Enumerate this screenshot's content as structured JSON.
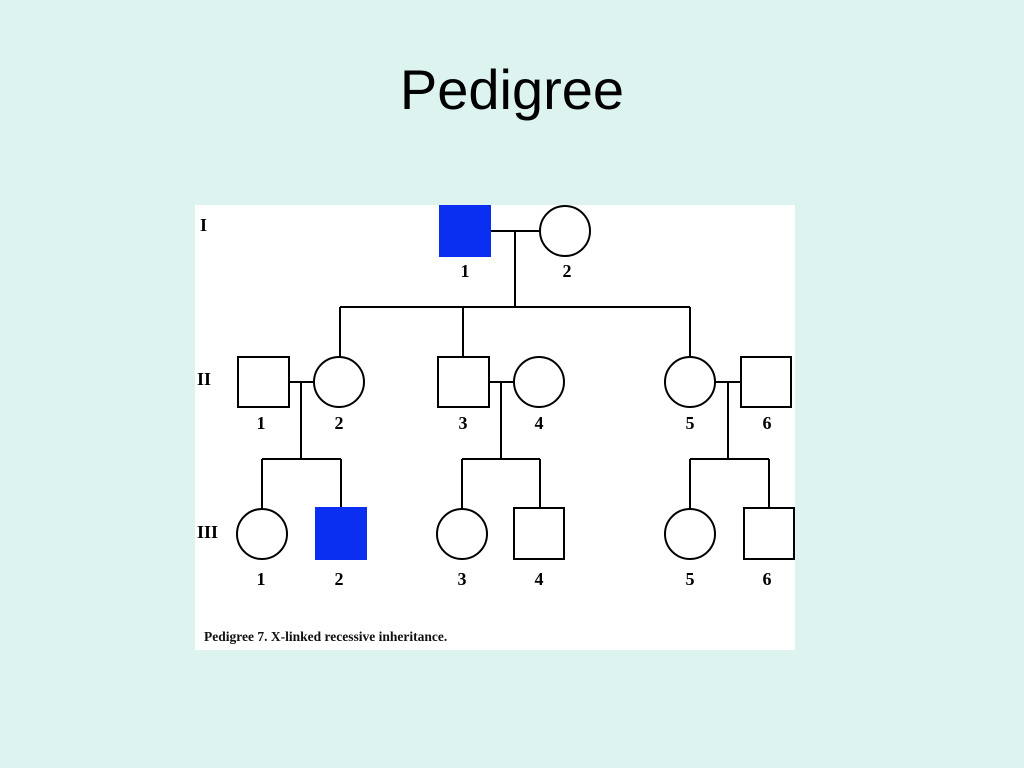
{
  "slide": {
    "title": "Pedigree"
  },
  "pedigree": {
    "generations": [
      "I",
      "II",
      "III"
    ],
    "individuals": {
      "I-1": {
        "label": "1",
        "sex": "male",
        "affected": true
      },
      "I-2": {
        "label": "2",
        "sex": "female",
        "affected": false
      },
      "II-1": {
        "label": "1",
        "sex": "male",
        "affected": false
      },
      "II-2": {
        "label": "2",
        "sex": "female",
        "affected": false
      },
      "II-3": {
        "label": "3",
        "sex": "male",
        "affected": false
      },
      "II-4": {
        "label": "4",
        "sex": "female",
        "affected": false
      },
      "II-5": {
        "label": "5",
        "sex": "female",
        "affected": false
      },
      "II-6": {
        "label": "6",
        "sex": "male",
        "affected": false
      },
      "III-1": {
        "label": "1",
        "sex": "female",
        "affected": false
      },
      "III-2": {
        "label": "2",
        "sex": "male",
        "affected": true
      },
      "III-3": {
        "label": "3",
        "sex": "female",
        "affected": false
      },
      "III-4": {
        "label": "4",
        "sex": "male",
        "affected": false
      },
      "III-5": {
        "label": "5",
        "sex": "female",
        "affected": false
      },
      "III-6": {
        "label": "6",
        "sex": "male",
        "affected": false
      }
    },
    "caption": "Pedigree 7. X-linked recessive inheritance.",
    "colors": {
      "affected": "#0a2ff0",
      "unaffected": "#ffffff",
      "stroke": "#000000"
    }
  }
}
